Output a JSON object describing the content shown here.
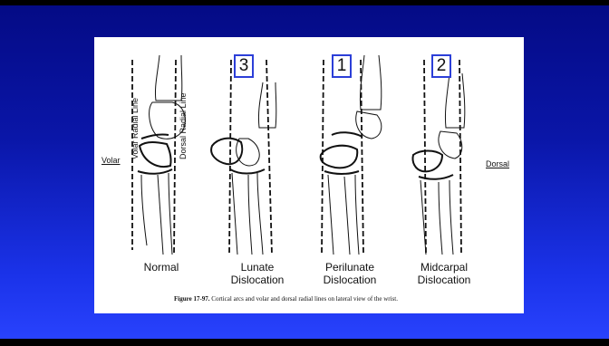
{
  "slide": {
    "background_top": "#040a84",
    "background_bottom": "#2a44ff",
    "box_border_color": "#2c3fd8"
  },
  "figure": {
    "side_labels": {
      "volar": "Volar",
      "dorsal": "Dorsal"
    },
    "line_labels": {
      "volar": "Volar Radial Line",
      "dorsal": "Dorsal Radial Line"
    },
    "panels": [
      {
        "number": "",
        "caption_1": "Normal",
        "caption_2": ""
      },
      {
        "number": "3",
        "caption_1": "Lunate",
        "caption_2": "Dislocation"
      },
      {
        "number": "1",
        "caption_1": "Perilunate",
        "caption_2": "Dislocation"
      },
      {
        "number": "2",
        "caption_1": "Midcarpal",
        "caption_2": "Dislocation"
      }
    ],
    "caption_number": "Figure 17-97.",
    "caption_text": "Cortical arcs and volar and dorsal radial lines on lateral view of the wrist."
  }
}
